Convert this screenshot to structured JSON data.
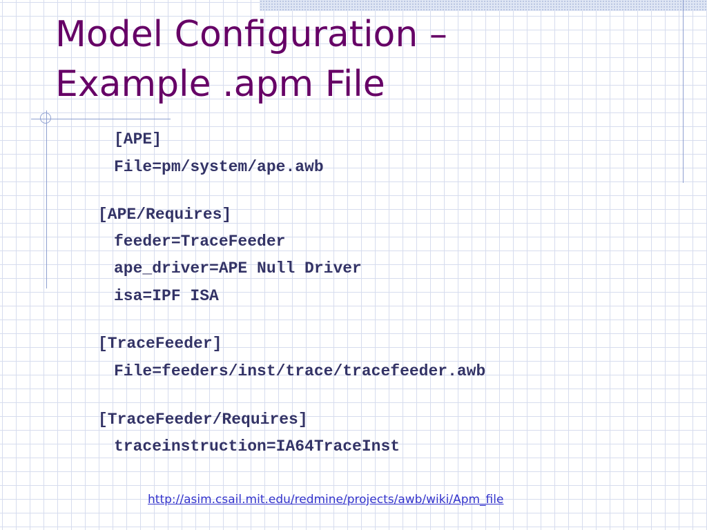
{
  "title": {
    "line1": "Model Configuration –",
    "line2": "Example .apm File"
  },
  "code": {
    "ape_header": "[APE]",
    "ape_file": "File=pm/system/ape.awb",
    "ape_requires_header": "[APE/Requires]",
    "feeder": "feeder=TraceFeeder",
    "ape_driver": "ape_driver=APE Null Driver",
    "isa": "isa=IPF ISA",
    "tracefeeder_header": "[TraceFeeder]",
    "tracefeeder_file": "File=feeders/inst/trace/tracefeeder.awb",
    "tracefeeder_requires_header": "[TraceFeeder/Requires]",
    "traceinstruction": "traceinstruction=IA64TraceInst"
  },
  "footer": {
    "link_text": "http://asim.csail.mit.edu/redmine/projects/awb/wiki/Apm_file"
  },
  "colors": {
    "title": "#660066",
    "code": "#333366",
    "link": "#3333cc",
    "grid": "#d6dcee"
  }
}
